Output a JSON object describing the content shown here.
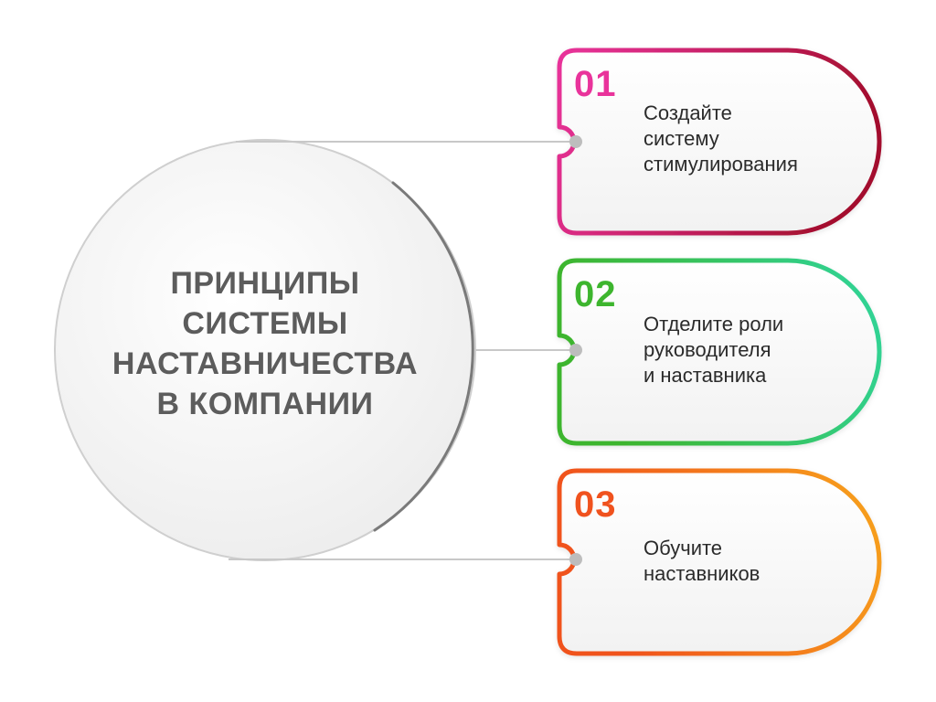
{
  "center": {
    "title_lines": [
      "ПРИНЦИПЫ",
      "СИСТЕМЫ",
      "НАСТАВНИЧЕСТВА",
      "В КОМПАНИИ"
    ]
  },
  "cards": [
    {
      "number": "01",
      "text_lines": [
        "Создайте",
        "систему",
        "стимулирования"
      ],
      "color_start": "#e9339b",
      "color_end": "#a30f2d"
    },
    {
      "number": "02",
      "text_lines": [
        "Отделите роли",
        "руководителя",
        "и наставника"
      ],
      "color_start": "#3db52e",
      "color_end": "#2fd6a0"
    },
    {
      "number": "03",
      "text_lines": [
        "Обучите",
        "наставников"
      ],
      "color_start": "#f0521e",
      "color_end": "#f7a61b"
    }
  ],
  "colors": {
    "title_text": "#5c5c5c",
    "body_text": "#2b2b2b",
    "connector": "#c8c8c8",
    "circle_stroke": "#cfcfcf",
    "circle_fill": "#f2f2f2"
  }
}
